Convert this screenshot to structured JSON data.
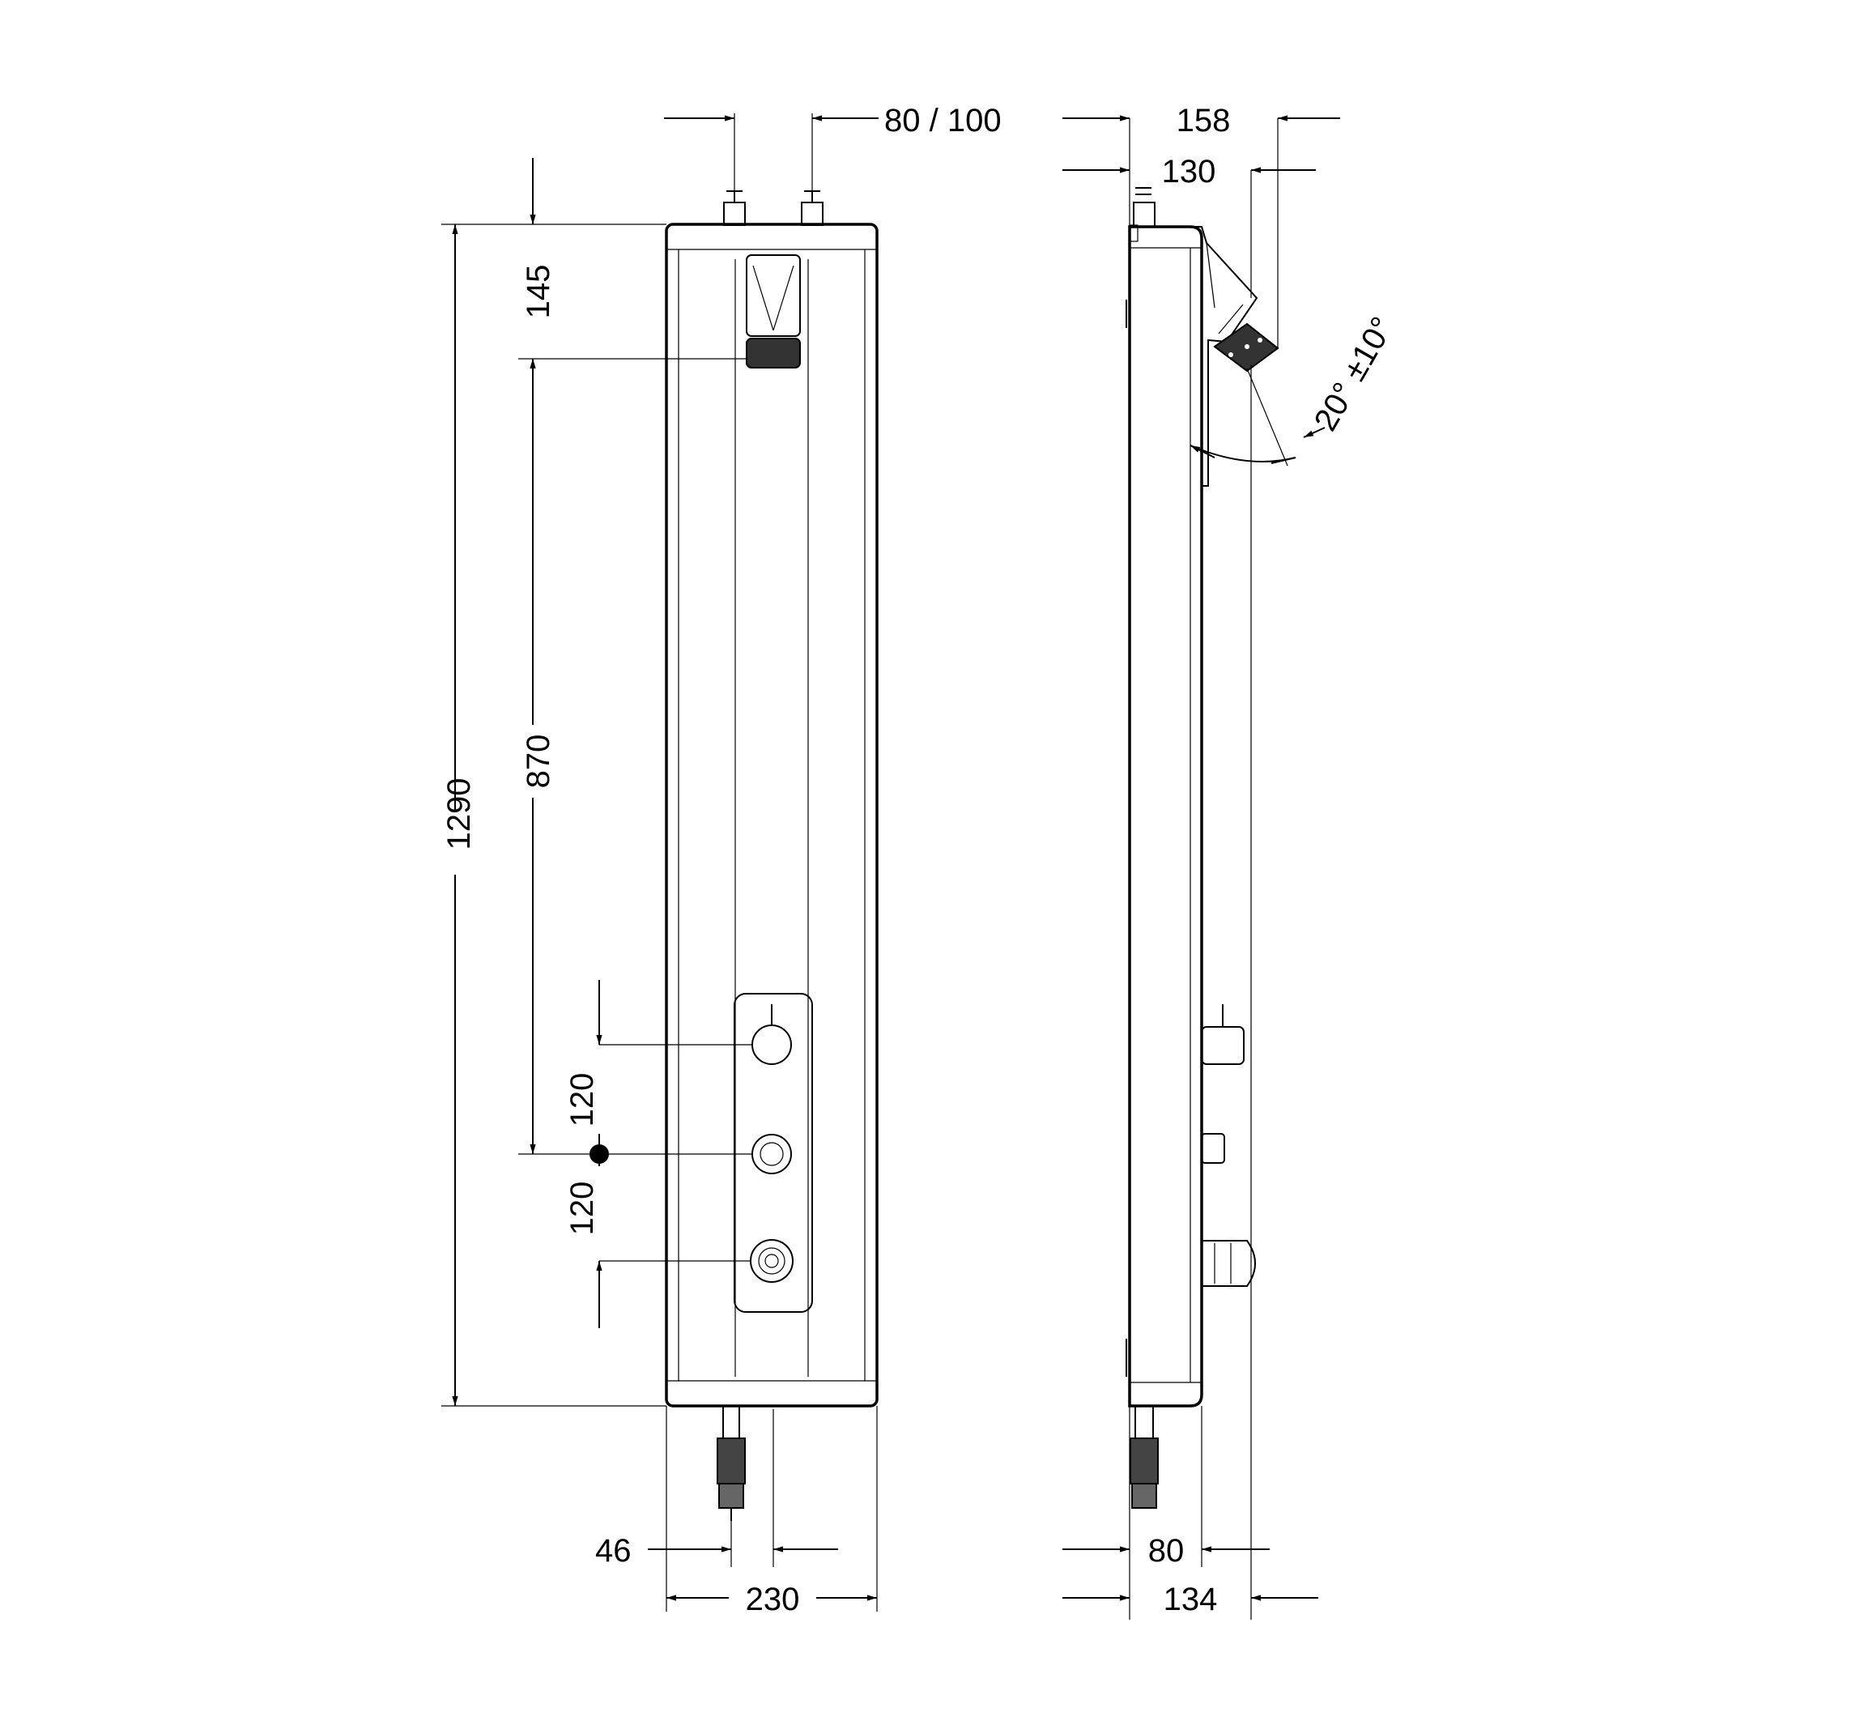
{
  "front_view": {
    "top_spacing": "80 / 100",
    "head_offset": "145",
    "total_height": "1290",
    "head_to_control": "870",
    "control_spacing_upper": "120",
    "control_spacing_lower": "120",
    "outlet_offset": "46",
    "width": "230"
  },
  "side_view": {
    "top_depth_outer": "158",
    "top_depth_inner": "130",
    "head_angle": "20° ±10°",
    "bottom_depth_inner": "80",
    "bottom_depth_outer": "134"
  }
}
